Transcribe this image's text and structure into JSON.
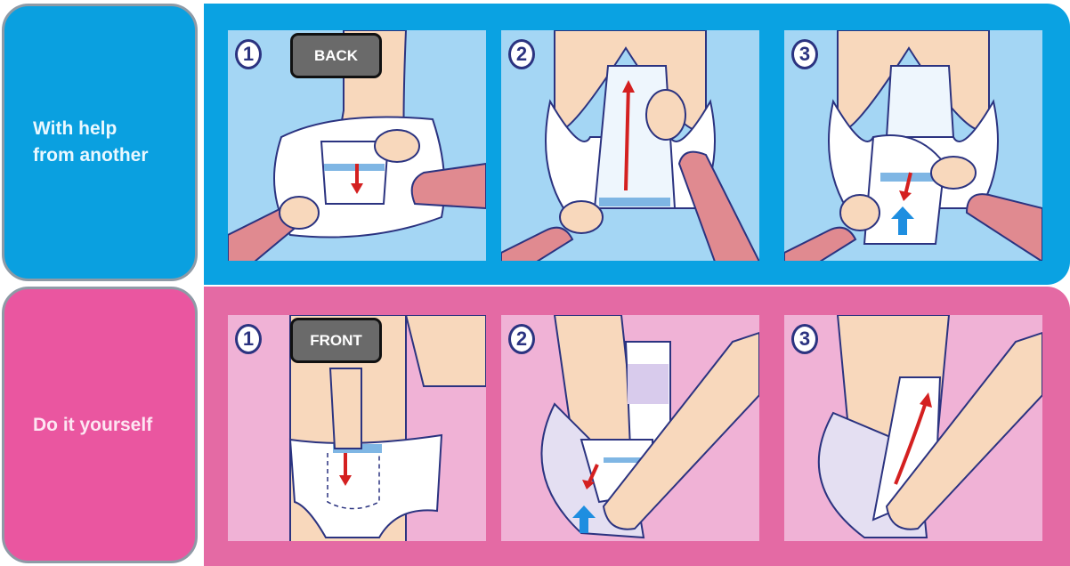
{
  "rows": [
    {
      "label": "With help from another",
      "label_lines": [
        "With help",
        "from another"
      ],
      "color": "#0aa0e0",
      "panel_bg": "#a4d6f4",
      "steps": [
        {
          "number": "1",
          "tag": "BACK",
          "arrow": "down",
          "arrow_color": "#d42020"
        },
        {
          "number": "2",
          "arrow": "up",
          "arrow_color": "#d42020"
        },
        {
          "number": "3",
          "arrow": "down-with-blue-up",
          "arrow_color": "#d42020",
          "secondary_arrow_color": "#1e8ee0"
        }
      ]
    },
    {
      "label": "Do it yourself",
      "label_lines": [
        "Do it yourself"
      ],
      "color": "#ea56a0",
      "panel_bg": "#f0b2d6",
      "steps": [
        {
          "number": "1",
          "tag": "FRONT",
          "arrow": "down",
          "arrow_color": "#d42020"
        },
        {
          "number": "2",
          "arrow": "down-with-blue-up",
          "arrow_color": "#d42020",
          "secondary_arrow_color": "#1e8ee0"
        },
        {
          "number": "3",
          "arrow": "up-curved",
          "arrow_color": "#d42020"
        }
      ]
    }
  ],
  "icons": {
    "step_number_style": "circled-digit",
    "skin": "#f8d8bc",
    "sleeve": "#e08a90",
    "diaper": "#ffffff",
    "outline": "#2b3380"
  }
}
